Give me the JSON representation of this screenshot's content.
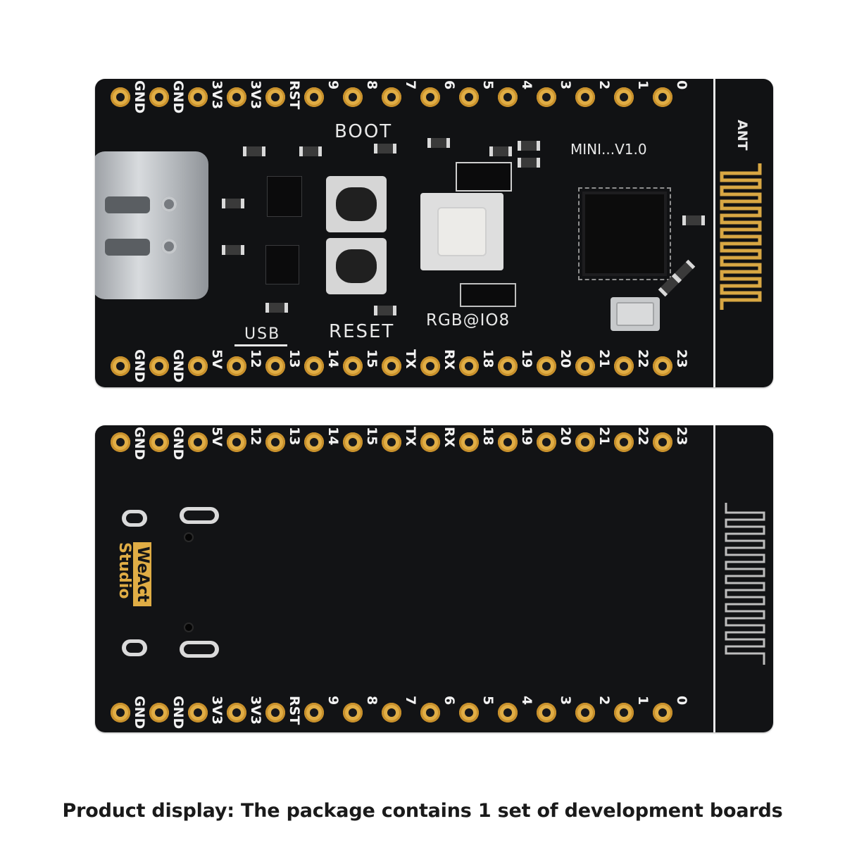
{
  "front": {
    "top_pins": [
      "GND",
      "GND",
      "3V3",
      "3V3",
      "RST",
      "9",
      "8",
      "7",
      "6",
      "5",
      "4",
      "3",
      "2",
      "1",
      "0"
    ],
    "bottom_pins": [
      "GND",
      "GND",
      "5V",
      "12",
      "13",
      "14",
      "15",
      "TX",
      "RX",
      "18",
      "19",
      "20",
      "21",
      "22",
      "23"
    ],
    "labels": {
      "boot": "BOOT",
      "reset": "RESET",
      "usb": "USB",
      "rgb": "RGB@IO8",
      "version": "MINI...V1.0",
      "antenna": "ANT"
    }
  },
  "back": {
    "top_pins": [
      "GND",
      "GND",
      "5V",
      "12",
      "13",
      "14",
      "15",
      "TX",
      "RX",
      "18",
      "19",
      "20",
      "21",
      "22",
      "23"
    ],
    "bottom_pins": [
      "GND",
      "GND",
      "3V3",
      "3V3",
      "RST",
      "9",
      "8",
      "7",
      "6",
      "5",
      "4",
      "3",
      "2",
      "1",
      "0"
    ],
    "logo": "WeAct Studio"
  },
  "caption": "Product display: The package contains 1 set of development boards",
  "colors": {
    "board": "#111214",
    "gold": "#e0ad45",
    "silk": "#f2f2f2"
  }
}
